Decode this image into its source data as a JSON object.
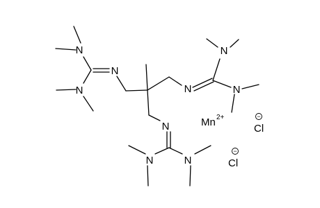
{
  "molecule": {
    "atoms": {
      "nitrogen": "N",
      "metal": "Mn",
      "metal_charge": "2+",
      "chloride": "Cl",
      "anion_charge": "−"
    }
  }
}
